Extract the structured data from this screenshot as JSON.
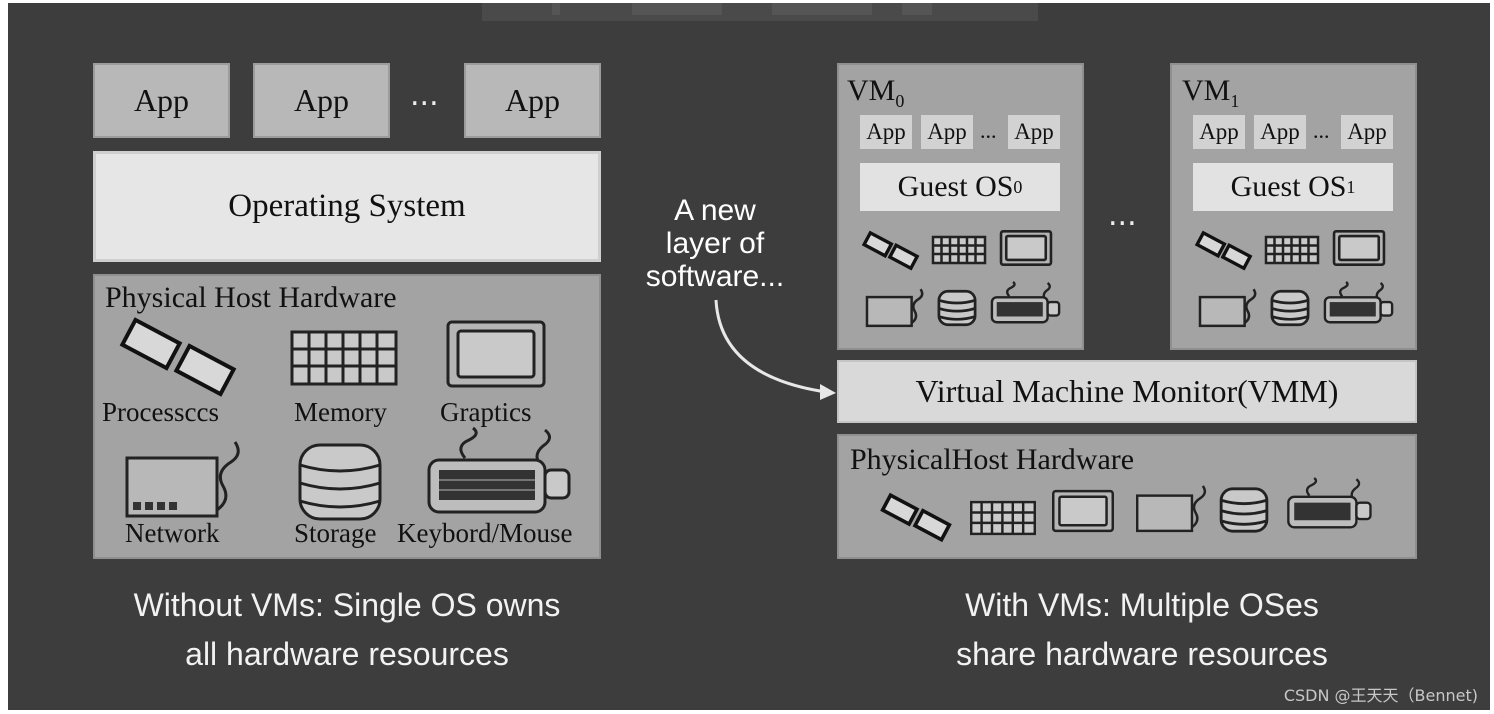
{
  "left": {
    "apps": [
      "App",
      "App",
      "App"
    ],
    "ellipsis": "...",
    "os_label": "Operating System",
    "hardware": {
      "title": "Physical Host Hardware",
      "labels": [
        "Processccs",
        "Memory",
        "Graptics",
        "Network",
        "Storage",
        "Keybord/Mouse"
      ]
    },
    "caption_line1": "Without VMs: Single OS owns",
    "caption_line2": "all hardware resources"
  },
  "annotation": {
    "line1": "A new",
    "line2": "layer of",
    "line3": "software..."
  },
  "right": {
    "vms": [
      {
        "title": "VM",
        "sub": "0",
        "apps": [
          "App",
          "App",
          "App"
        ],
        "ellipsis": "...",
        "guest": "Guest OS",
        "guest_sub": "0"
      },
      {
        "title": "VM",
        "sub": "1",
        "apps": [
          "App",
          "App",
          "App"
        ],
        "ellipsis": "...",
        "guest": "Guest OS",
        "guest_sub": "1"
      }
    ],
    "between_ellipsis": "...",
    "vmm_label": "Virtual Machine Monitor(VMM)",
    "hardware_title": "PhysicalHost Hardware",
    "caption_line1": "With VMs: Multiple OSes",
    "caption_line2": "share hardware resources"
  },
  "watermark": "CSDN @王天天（Bennet)",
  "colors": {
    "background": "#3d3d3d",
    "box_gray": "#a3a3a3",
    "os_light": "#e6e6e6",
    "caption_text": "#f2f2f2"
  },
  "icons": [
    "processor-icon",
    "memory-icon",
    "graphics-icon",
    "network-icon",
    "storage-icon",
    "keyboard-mouse-icon"
  ]
}
